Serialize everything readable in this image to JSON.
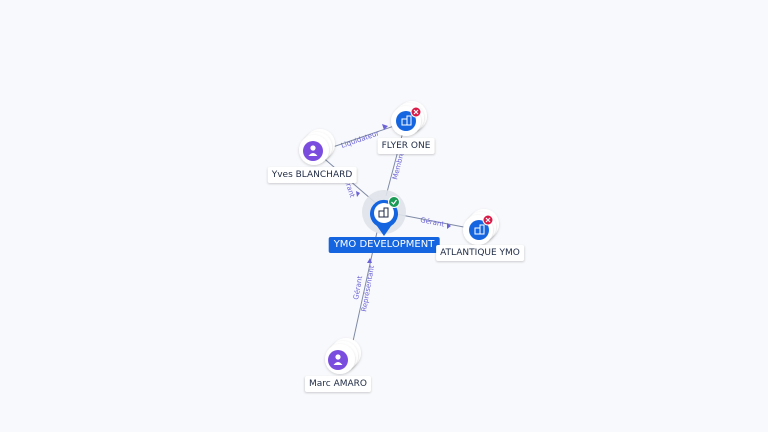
{
  "graph": {
    "nodes": {
      "main": {
        "label": "YMO DEVELOPMENT",
        "kind": "company",
        "status": "active",
        "icon": "building-icon"
      },
      "flyer": {
        "label": "FLYER ONE",
        "kind": "company",
        "status": "closed",
        "icon": "building-icon"
      },
      "atlantique": {
        "label": "ATLANTIQUE YMO",
        "kind": "company",
        "status": "closed",
        "icon": "building-icon"
      },
      "yves": {
        "label": "Yves BLANCHARD",
        "kind": "person",
        "icon": "person-icon"
      },
      "marc": {
        "label": "Marc AMARO",
        "kind": "person",
        "icon": "person-icon"
      }
    },
    "edges": {
      "yves_flyer": "Liquidateur",
      "yves_main": "Gérant",
      "main_flyer": "Membre",
      "main_atlantique": "Gérant",
      "marc_main_1": "Gérant",
      "marc_main_2": "Représentant"
    }
  },
  "colors": {
    "accent": "#1565e0",
    "person": "#7b4dde",
    "active": "#1a9a55",
    "closed": "#d81b47",
    "edge": "#7f8aa6",
    "edge_label": "#6b63d6"
  }
}
